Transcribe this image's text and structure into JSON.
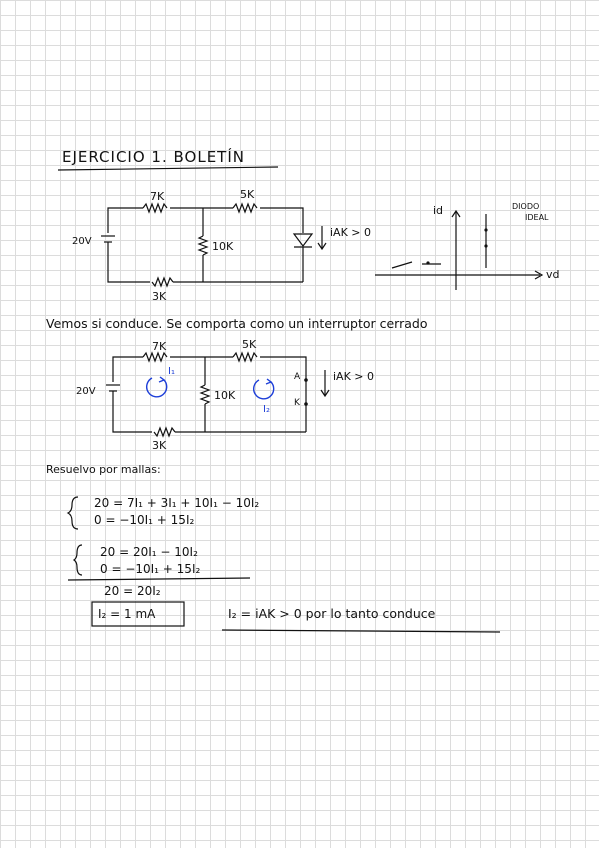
{
  "title": "EJERCICIO 1. BOLETÍN",
  "circuit1": {
    "r1": "7K",
    "r2": "5K",
    "r3": "10K",
    "r4": "3K",
    "source": "20V",
    "current": "iAK > 0"
  },
  "graph": {
    "ylabel": "id",
    "xlabel": "vd",
    "legend_line1": "DIODO",
    "legend_line2": "IDEAL"
  },
  "note1": "Vemos si conduce. Se comporta como un interruptor cerrado",
  "circuit2": {
    "r1": "7K",
    "r2": "5K",
    "r3": "10K",
    "r4": "3K",
    "source": "20V",
    "current": "iAK > 0",
    "node_a": "A",
    "node_k": "K",
    "mesh1": "I₁",
    "mesh2": "I₂"
  },
  "note2": "Resuelvo por mallas:",
  "system1": {
    "eq1": "20 = 7I₁ + 3I₁ + 10I₁ − 10I₂",
    "eq2": "0 = −10I₁ + 15I₂"
  },
  "system2": {
    "eq1": "20 = 20I₁ − 10I₂",
    "eq2": "0 = −10I₁ + 15I₂",
    "sum": "20 = 20I₂"
  },
  "result": "I₂ = 1 mA",
  "conclusion": "I₂ = iAK > 0 por lo tanto conduce"
}
